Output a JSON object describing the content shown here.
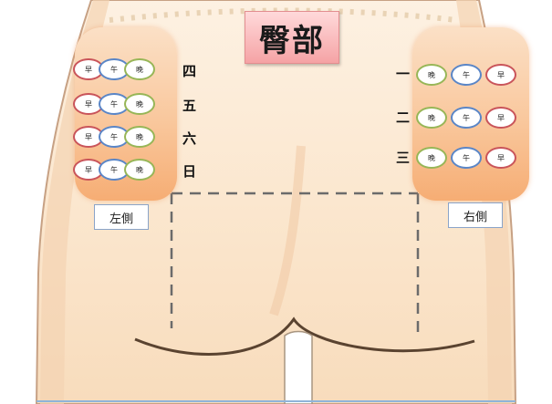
{
  "title": "臀部",
  "left_side": {
    "label": "左側",
    "rows": [
      {
        "day": "四",
        "slots": [
          "早",
          "午",
          "晚"
        ]
      },
      {
        "day": "五",
        "slots": [
          "早",
          "午",
          "晚"
        ]
      },
      {
        "day": "六",
        "slots": [
          "早",
          "午",
          "晚"
        ]
      },
      {
        "day": "日",
        "slots": [
          "早",
          "午",
          "晚"
        ]
      }
    ]
  },
  "right_side": {
    "label": "右側",
    "rows": [
      {
        "day": "一",
        "slots": [
          "晚",
          "午",
          "早"
        ]
      },
      {
        "day": "二",
        "slots": [
          "晚",
          "午",
          "早"
        ]
      },
      {
        "day": "三",
        "slots": [
          "晚",
          "午",
          "早"
        ]
      }
    ]
  },
  "colors": {
    "morning": "#c9545a",
    "noon": "#5a86c7",
    "evening": "#97b657",
    "zone": "#f6ad74",
    "skin": "#fbe7cf",
    "title_bg": "#f5a3a5"
  }
}
